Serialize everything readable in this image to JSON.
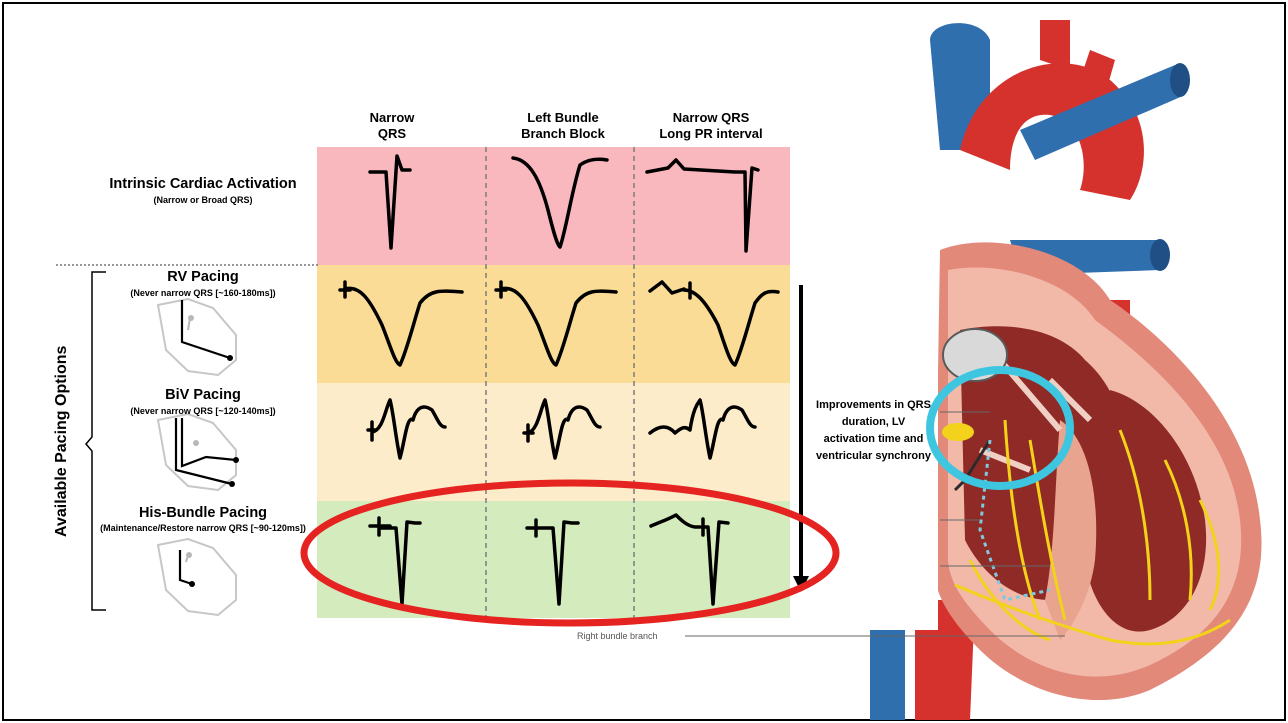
{
  "columns": [
    "Narrow\nQRS",
    "Left Bundle\nBranch Block",
    "Narrow QRS\nLong PR interval"
  ],
  "rows": [
    {
      "id": "intrinsic",
      "title": "Intrinsic Cardiac Activation",
      "subtitle": "(Narrow or Broad QRS)",
      "color": "#f9b7be"
    },
    {
      "id": "rv",
      "title": "RV Pacing",
      "subtitle": "(Never narrow QRS [~160-180ms])",
      "color": "#fbdc96"
    },
    {
      "id": "biv",
      "title": "BiV Pacing",
      "subtitle": "(Never narrow QRS [~120-140ms])",
      "color": "#fdecc9"
    },
    {
      "id": "his",
      "title": "His-Bundle Pacing",
      "subtitle": "(Maintenance/Restore narrow QRS [~90-120ms])",
      "color": "#d4ebbd"
    }
  ],
  "side_label": "Available Pacing Options",
  "arrow_label": "Improvements in QRS\nduration, LV\nactivation time and\nventricular synchrony",
  "heart_annotation": "Right bundle branch",
  "colors": {
    "highlight_ellipse": "#e52320",
    "highlight_circle": "#3ec6e0"
  }
}
